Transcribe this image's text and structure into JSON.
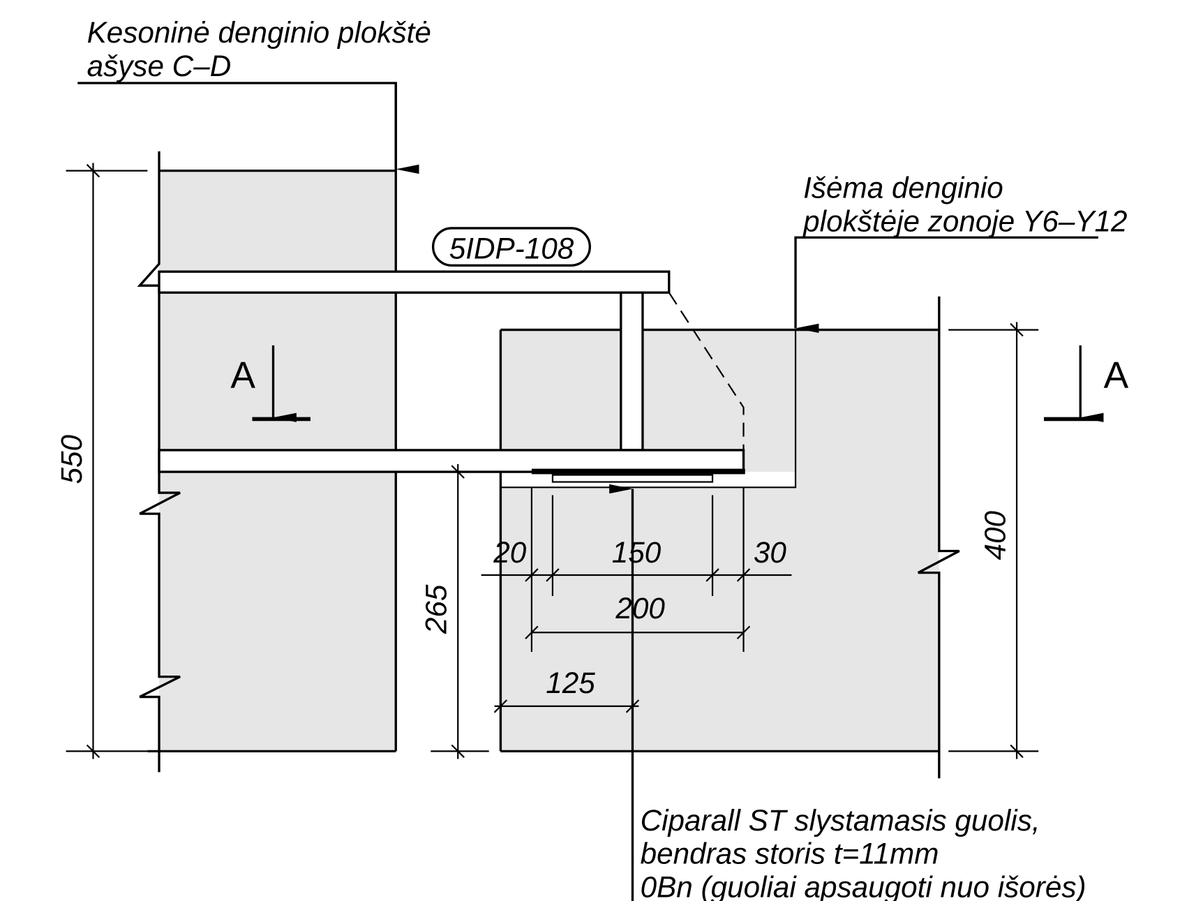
{
  "labels": {
    "slab_top_line1": "Kesoninė denginio plokštė",
    "slab_top_line2": "ašyse C–D",
    "recess_line1": "Išėma denginio",
    "recess_line2": "plokštėje zonoje Y6–Y12",
    "element_tag": "5IDP-108",
    "bearing_line1": "Ciparall ST slystamasis guolis,",
    "bearing_line2": "bendras storis t=11mm",
    "bearing_line3": "0Bn (guoliai apsaugoti nuo išorės)",
    "section_left": "A",
    "section_right": "A"
  },
  "dimensions": {
    "d550": "550",
    "d265": "265",
    "d400": "400",
    "d20": "20",
    "d150": "150",
    "d30": "30",
    "d200": "200",
    "d125": "125"
  }
}
